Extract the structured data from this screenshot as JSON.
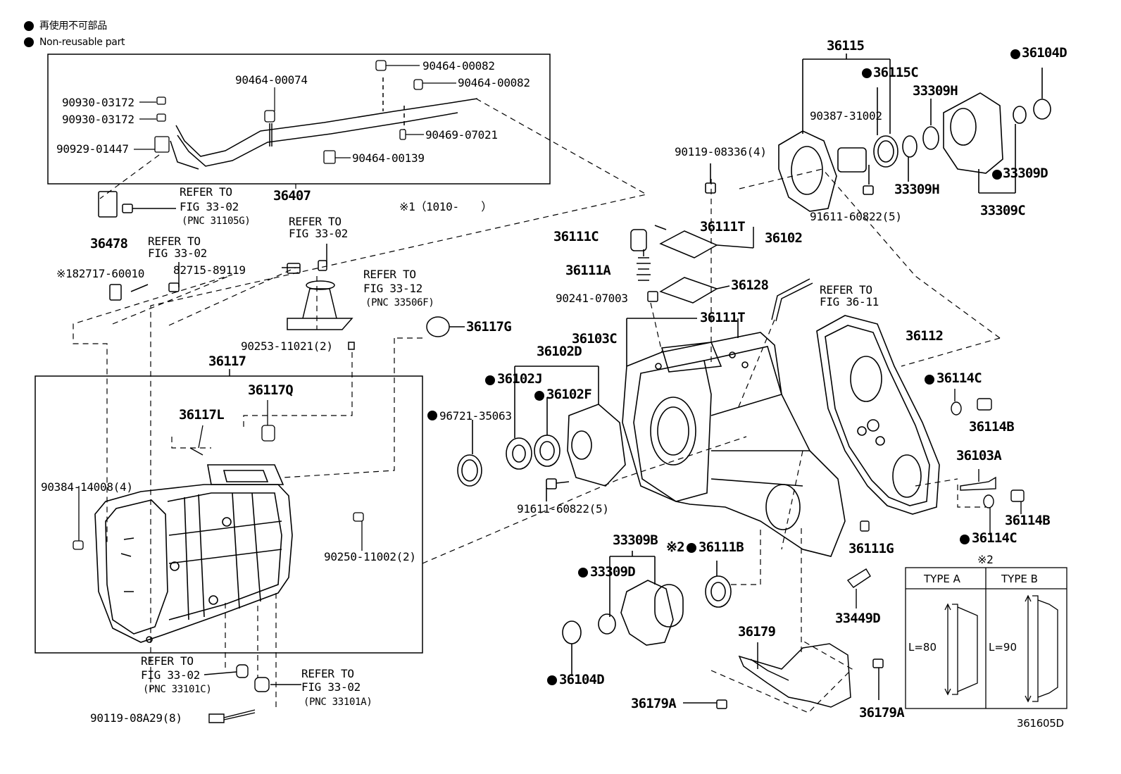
{
  "legend": {
    "jp": "再使用不可部品",
    "en": "Non-reusable part"
  },
  "note1": "※1（1010-　　）",
  "diagram_code": "361605D",
  "table": {
    "mark": "※2",
    "type_a": "TYPE A",
    "type_b": "TYPE B",
    "len_a": "L=80",
    "len_b": "L=90"
  },
  "parts": {
    "p90464_00082a": "90464-00082",
    "p90464_00082b": "90464-00082",
    "p90464_00074": "90464-00074",
    "p90930_03172a": "90930-03172",
    "p90930_03172b": "90930-03172",
    "p90469_07021": "90469-07021",
    "p90929_01447": "90929-01447",
    "p90464_00139": "90464-00139",
    "p36407": "36407",
    "p36478": "36478",
    "p182717": "※182717-60010",
    "p82715": "82715-89119",
    "p90253": "90253-11021(2)",
    "p36117G": "36117G",
    "p36117": "36117",
    "p36117Q": "36117Q",
    "p36117L": "36117L",
    "p90384": "90384-14008(4)",
    "p90250": "90250-11002(2)",
    "p90119_08A29": "90119-08A29(8)",
    "p36115": "36115",
    "p36104D_top": "36104D",
    "p36115C": "36115C",
    "p33309H_top": "33309H",
    "p90387": "90387-31002",
    "p90119_08336": "90119-08336(4)",
    "p33309H_bot": "33309H",
    "p33309D_top": "33309D",
    "p91611_top": "91611-60822(5)",
    "p33309C": "33309C",
    "p36111C": "36111C",
    "p36111T_a": "36111T",
    "p36102": "36102",
    "p36111A": "36111A",
    "p36128": "36128",
    "p90241": "90241-07003",
    "p36111T_b": "36111T",
    "p36103C": "36103C",
    "p36112": "36112",
    "p36102D": "36102D",
    "p36102J": "36102J",
    "p36102F": "36102F",
    "p96721": "96721-35063",
    "p91611_mid": "91611-60822(5)",
    "p36114C_a": "36114C",
    "p36114B_a": "36114B",
    "p36103A": "36103A",
    "p36114B_b": "36114B",
    "p36114C_b": "36114C",
    "p36111G": "36111G",
    "p33309B": "33309B",
    "p36111B": "36111B",
    "p36111B_mark": "※2",
    "p33309D_bot": "33309D",
    "p33449D": "33449D",
    "p36179": "36179",
    "p36104D_bot": "36104D",
    "p36179A_a": "36179A",
    "p36179A_b": "36179A"
  },
  "refers": {
    "r1": [
      "REFER TO",
      "FIG 33-02",
      "(PNC 31105G)"
    ],
    "r2": [
      "REFER TO",
      "FIG 33-02"
    ],
    "r3": [
      "REFER TO",
      "FIG 33-02"
    ],
    "r4": [
      "REFER TO",
      "FIG 33-12",
      "(PNC 33506F)"
    ],
    "r5": [
      "REFER TO",
      "FIG 36-11"
    ],
    "r6": [
      "REFER TO",
      "FIG 33-02",
      "(PNC 33101C)"
    ],
    "r7": [
      "REFER TO",
      "FIG 33-02",
      "(PNC 33101A)"
    ]
  }
}
